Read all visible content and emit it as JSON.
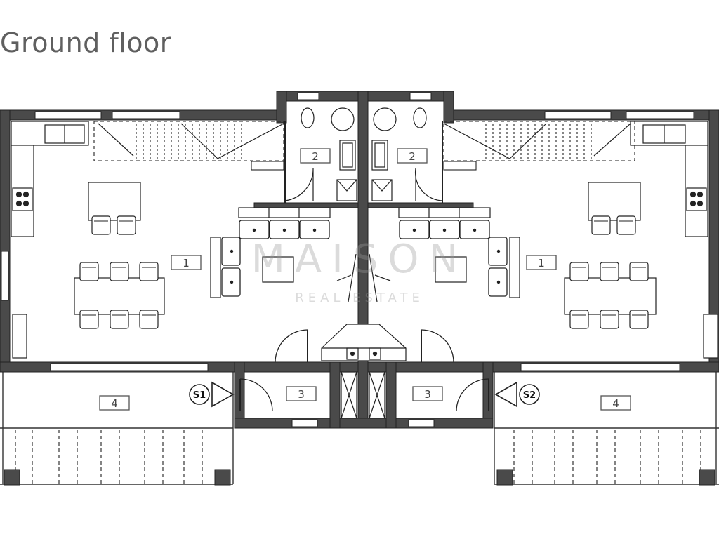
{
  "title": "Ground floor",
  "watermark": {
    "brand": "MAISON",
    "subtitle": "REAL ESTATE"
  },
  "rooms": [
    "1",
    "2",
    "3",
    "4",
    "1",
    "2",
    "3",
    "4"
  ],
  "entrances": [
    "S1",
    "S2"
  ],
  "colors": {
    "wall": "#4a4a4a",
    "line": "#222222",
    "title": "#5f5f5f"
  }
}
